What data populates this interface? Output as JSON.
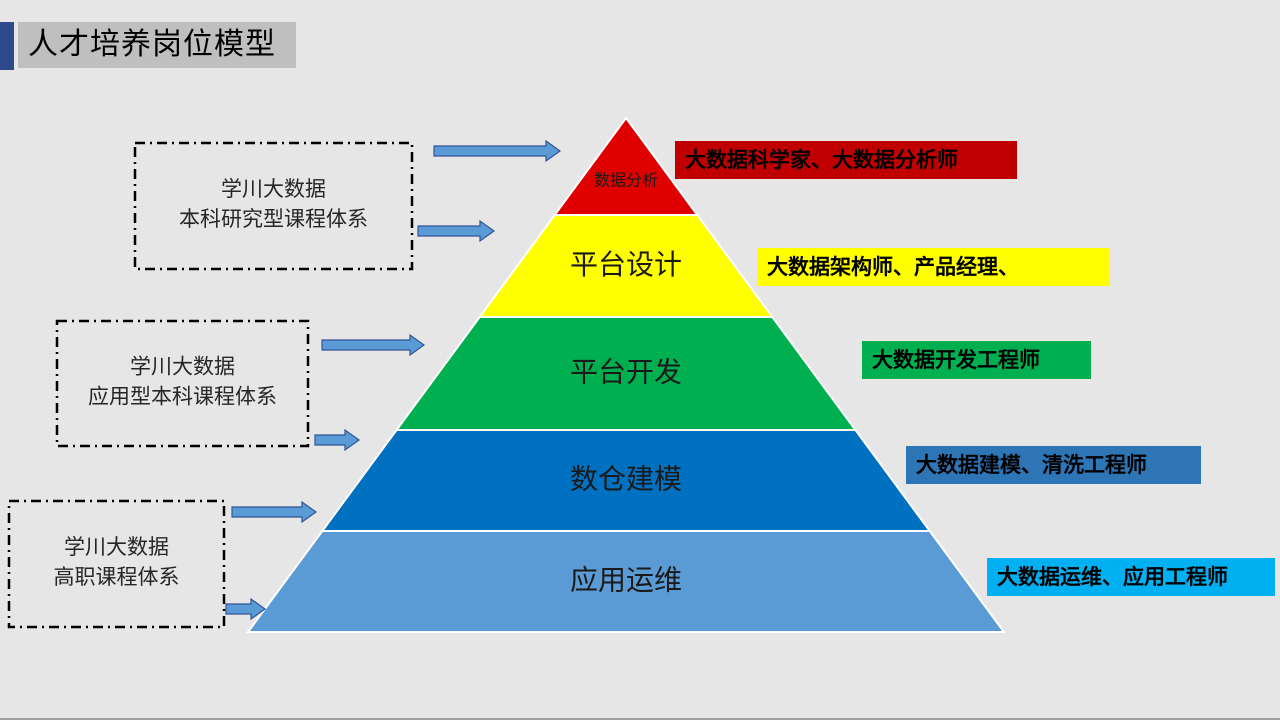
{
  "slide": {
    "title": "人才培养岗位模型"
  },
  "pyramid": [
    {
      "label": "数据分析",
      "color": "#e00000"
    },
    {
      "label": "平台设计",
      "color": "#ffff00"
    },
    {
      "label": "平台开发",
      "color": "#00b050"
    },
    {
      "label": "数仓建模",
      "color": "#0070c0"
    },
    {
      "label": "应用运维",
      "color": "#5b9bd5"
    }
  ],
  "roles": [
    {
      "text": "大数据科学家、大数据分析师",
      "color": "#c00000"
    },
    {
      "text": "大数据架构师、产品经理、",
      "color": "#ffff00"
    },
    {
      "text": "大数据开发工程师",
      "color": "#00b050"
    },
    {
      "text": "大数据建模、清洗工程师",
      "color": "#2e75b6"
    },
    {
      "text": "大数据运维、应用工程师",
      "color": "#00b0f0"
    }
  ],
  "programs": [
    {
      "lines": [
        "学川大数据",
        "本科研究型课程体系"
      ]
    },
    {
      "lines": [
        "学川大数据",
        "应用型本科课程体系"
      ]
    },
    {
      "lines": [
        "学川大数据",
        "高职课程体系"
      ]
    }
  ],
  "arrow_color": "#5b9bd5"
}
